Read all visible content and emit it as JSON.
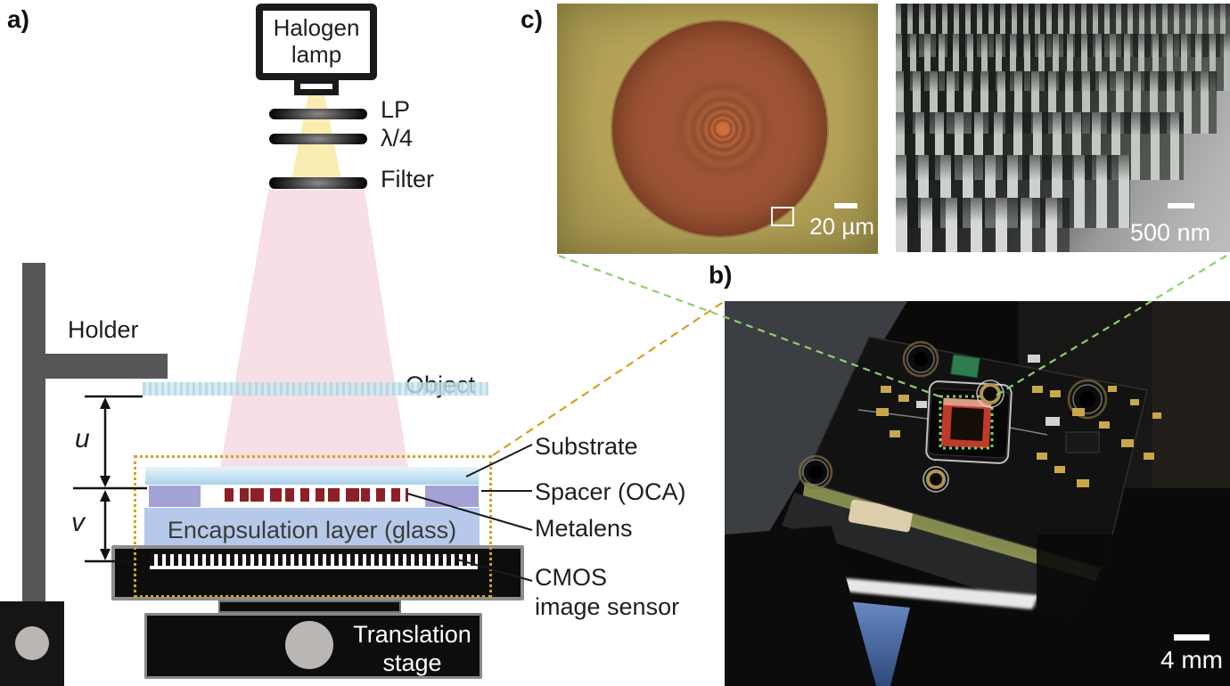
{
  "panel_labels": {
    "a": "a)",
    "b": "b)",
    "c": "c)"
  },
  "setup": {
    "lamp": "Halogen lamp",
    "optics": [
      "LP",
      "λ/4",
      "Filter"
    ],
    "holder": "Holder",
    "object": "Object",
    "u": "u",
    "v": "v",
    "substrate": "Substrate",
    "spacer": "Spacer (OCA)",
    "metalens": "Metalens",
    "cmos_line1": "CMOS",
    "cmos_line2": "image sensor",
    "encapsulation": "Encapsulation layer (glass)",
    "stage": "Translation stage"
  },
  "scale_bars": {
    "optical_micrograph": "20 µm",
    "sem": "500 nm",
    "photo": "4 mm"
  },
  "colors": {
    "callout_box_orange": "#d8a11c",
    "callout_green": "#8fce6e",
    "beam_yellow": "#fbecb2",
    "beam_pink": "#f8dee5",
    "substrate_blue": "#a9d3e9",
    "spacer_purple": "#a3a2d4",
    "metalens_red": "#8d1f26",
    "encapsulation_blue": "#b6c9ea",
    "micrograph_background_olive": "#b2a156",
    "metalens_photo_brown": "#9c5334"
  }
}
